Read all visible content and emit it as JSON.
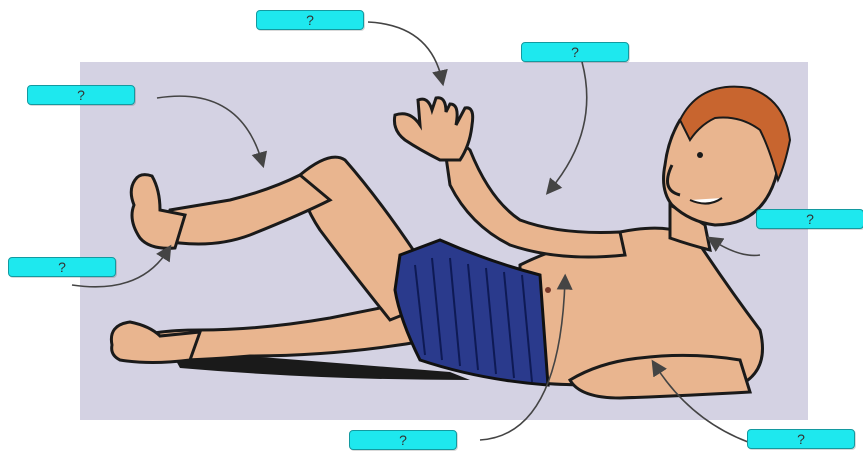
{
  "labels": [
    {
      "id": "head",
      "text": "?"
    },
    {
      "id": "hand",
      "text": "?"
    },
    {
      "id": "arm",
      "text": "?"
    },
    {
      "id": "leg",
      "text": "?"
    },
    {
      "id": "foot",
      "text": "?"
    },
    {
      "id": "neck",
      "text": "?"
    },
    {
      "id": "chest",
      "text": "?"
    },
    {
      "id": "elbow",
      "text": "?"
    }
  ],
  "colors": {
    "background_panel": "#d4d2e3",
    "label_fill": "#1ee8ee",
    "skin": "#e9b58f",
    "shorts": "#2a3a8c",
    "hair": "#c8652f"
  }
}
